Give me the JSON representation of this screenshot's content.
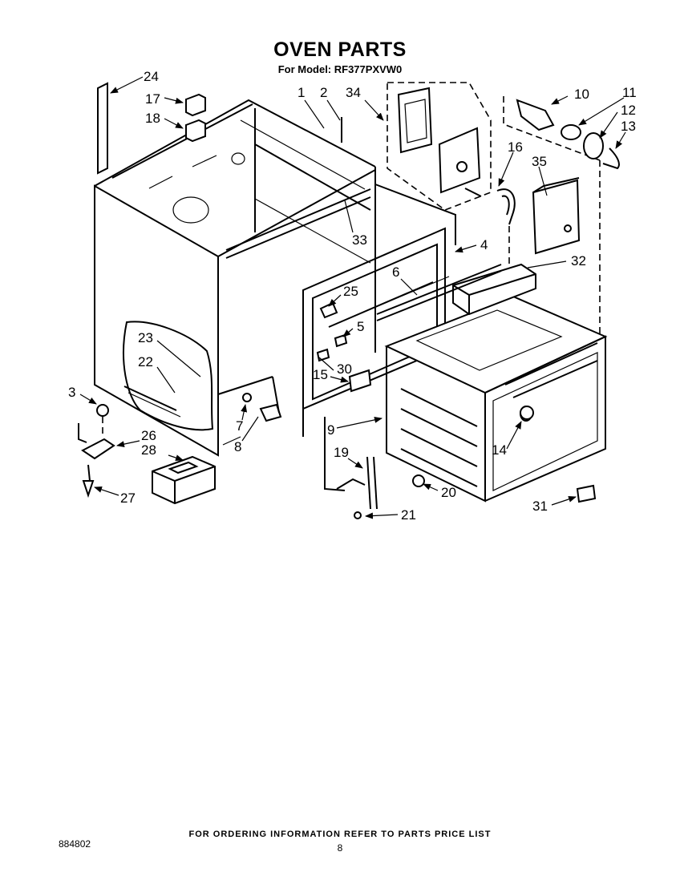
{
  "title": "OVEN PARTS",
  "subtitle": "For Model: RF377PXVW0",
  "footer_note": "FOR ORDERING INFORMATION REFER TO PARTS PRICE LIST",
  "page_number": "8",
  "diagram_number": "884802",
  "callouts": {
    "c1": "1",
    "c2": "2",
    "c3": "3",
    "c4": "4",
    "c5": "5",
    "c6": "6",
    "c7": "7",
    "c8": "8",
    "c9": "9",
    "c10": "10",
    "c11": "11",
    "c12": "12",
    "c13": "13",
    "c14": "14",
    "c15": "15",
    "c16": "16",
    "c17": "17",
    "c18": "18",
    "c19": "19",
    "c20": "20",
    "c21": "21",
    "c22": "22",
    "c23": "23",
    "c24": "24",
    "c25": "25",
    "c26": "26",
    "c27": "27",
    "c28": "28",
    "c30": "30",
    "c31": "31",
    "c32": "32",
    "c33": "33",
    "c34": "34",
    "c35": "35"
  }
}
